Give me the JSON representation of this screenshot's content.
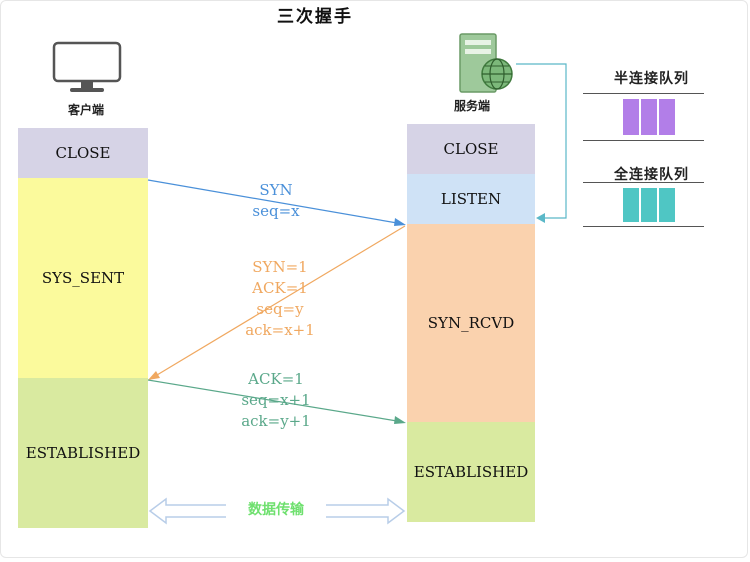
{
  "title": "三次握手",
  "client": {
    "label": "客户端",
    "icon": "monitor-icon",
    "states": [
      "CLOSE",
      "SYS_SENT",
      "ESTABLISHED"
    ]
  },
  "server": {
    "label": "服务端",
    "icon": "server-icon",
    "states": [
      "CLOSE",
      "LISTEN",
      "SYN_RCVD",
      "ESTABLISHED"
    ]
  },
  "messages": {
    "syn": {
      "line1": "SYN",
      "line2": "seq=x",
      "color": "#4a90d9"
    },
    "synack": {
      "line1": "SYN=1",
      "line2": "ACK=1",
      "line3": "seq=y",
      "line4": "ack=x+1",
      "color": "#f0a860"
    },
    "ack": {
      "line1": "ACK=1",
      "line2": "seq=x+1",
      "line3": "ack=y+1",
      "color": "#5aa88a"
    }
  },
  "transfer": {
    "label": "数据传输",
    "color": "#6ee06e"
  },
  "queues": {
    "half": {
      "label": "半连接队列",
      "color": "#b27ee8"
    },
    "full": {
      "label": "全连接队列",
      "color": "#4fc6c4"
    }
  },
  "colors": {
    "close": "#d6d3e6",
    "listen": "#cfe2f6",
    "sys_sent": "#fbfa9c",
    "syn_rcvd": "#fad2ae",
    "established": "#d9eaa0"
  }
}
